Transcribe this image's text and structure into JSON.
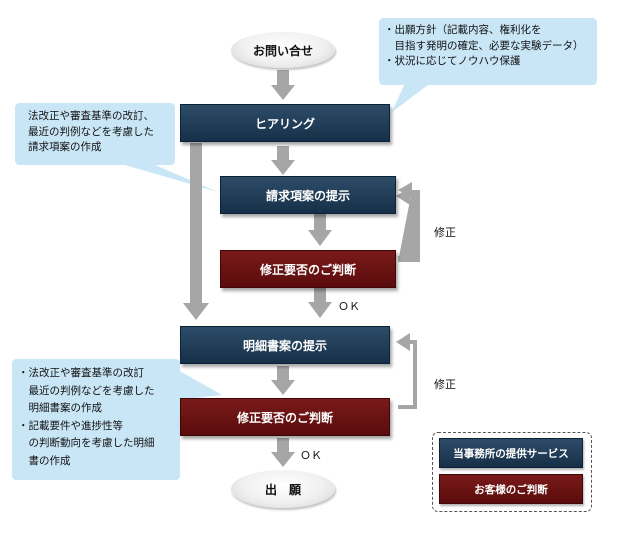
{
  "diagram": {
    "start": "お問い合せ",
    "hearing": "ヒアリング",
    "claim_present": "請求項案の提示",
    "claim_judge": "修正要否のご判断",
    "spec_present": "明細書案の提示",
    "spec_judge": "修正要否のご判断",
    "end": "出　願",
    "ok1": "ＯＫ",
    "ok2": "ＯＫ",
    "fix1": "修正",
    "fix2": "修正"
  },
  "callouts": {
    "top_right": [
      "・出願方針（記載内容、権利化を",
      "　目指す発明の確定、必要な実験データ）",
      "・状況に応じてノウハウ保護"
    ],
    "left_mid": [
      "法改正や審査基準の改訂、",
      "最近の判例などを考慮した",
      "請求項案の作成"
    ],
    "left_bottom": [
      "・法改正や審査基準の改訂",
      "　最近の判例などを考慮した",
      "　明細書案の作成",
      "・記載要件や進捗性等",
      "　の判断動向を考慮した明細",
      "　書の作成"
    ]
  },
  "legend": {
    "office": "当事務所の提供サービス",
    "customer": "お客様のご判断"
  },
  "colors": {
    "navy": "#1f3a55",
    "maroon": "#6a1212",
    "callout": "#c9e6f7",
    "arrow": "#a6a6a6"
  }
}
